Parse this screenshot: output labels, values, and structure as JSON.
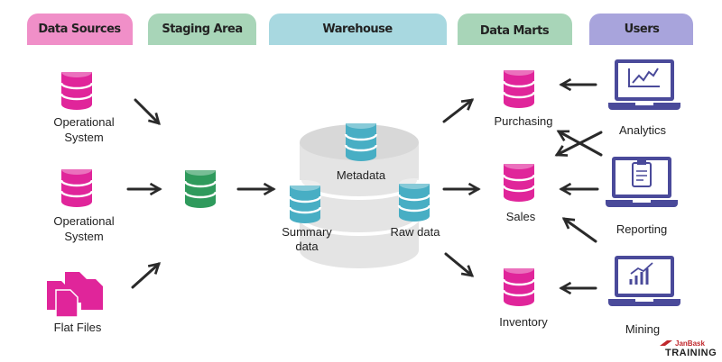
{
  "headers": {
    "data_sources": "Data Sources",
    "staging_area": "Staging Area",
    "warehouse": "Warehouse",
    "data_marts": "Data Marts",
    "users": "Users"
  },
  "sources": {
    "operational_1": [
      "Operational",
      "System"
    ],
    "operational_2": [
      "Operational",
      "System"
    ],
    "flat_files": "Flat Files"
  },
  "warehouse": {
    "metadata": "Metadata",
    "summary": [
      "Summary",
      "data"
    ],
    "raw": "Raw data"
  },
  "marts": {
    "purchasing": "Purchasing",
    "sales": "Sales",
    "inventory": "Inventory"
  },
  "users": {
    "analytics": "Analytics",
    "reporting": "Reporting",
    "mining": "Mining"
  },
  "logo": {
    "brand": "JanBask",
    "sub": "TRAINING"
  },
  "colors": {
    "data_sources": "#f08fc8",
    "staging": "#a8d5b8",
    "warehouse": "#a8d8e0",
    "users": "#a8a4dc",
    "source_db": "#e0259a",
    "staging_db": "#2f9a5c",
    "warehouse_db": "#48aec4",
    "laptop": "#4a4a9a"
  }
}
